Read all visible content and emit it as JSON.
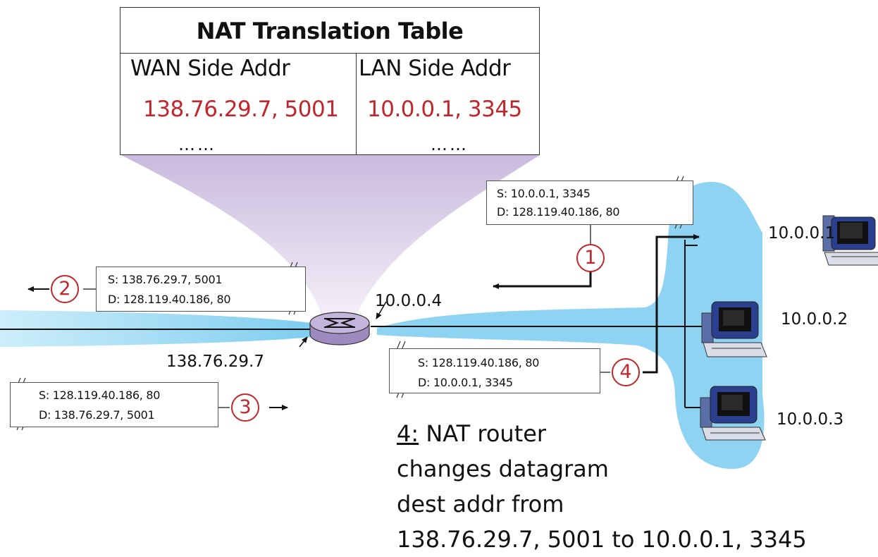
{
  "nat_table": {
    "title": "NAT Translation Table",
    "header_wan": "WAN Side Addr",
    "header_lan": "LAN Side Addr",
    "row_wan": "138.76.29.7, 5001",
    "row_lan": "10.0.0.1, 3345",
    "dots_wan": "……",
    "dots_lan": "……"
  },
  "packets": {
    "p1": {
      "src": "S: 10.0.0.1, 3345",
      "dst": "D: 128.119.40.186, 80"
    },
    "p2": {
      "src": "S: 138.76.29.7, 5001",
      "dst": "D: 128.119.40.186, 80"
    },
    "p3": {
      "src": "S: 128.119.40.186, 80",
      "dst": "D: 138.76.29.7, 5001"
    },
    "p4": {
      "src": "S: 128.119.40.186, 80",
      "dst": "D: 10.0.0.1, 3345"
    }
  },
  "steps": {
    "s1": "1",
    "s2": "2",
    "s3": "3",
    "s4": "4"
  },
  "addresses": {
    "router_lan": "10.0.0.4",
    "router_wan": "138.76.29.7",
    "host1": "10.0.0.1",
    "host2": "10.0.0.2",
    "host3": "10.0.0.3"
  },
  "description": {
    "step_label": "4:",
    "line1_rest": " NAT router",
    "line2": "changes datagram",
    "line3": "dest addr from",
    "line4": "138.76.29.7, 5001 to 10.0.0.1, 3345"
  },
  "colors": {
    "accent_red": "#c0262d",
    "network_blue": "#8fd3f2",
    "funnel_purple": "#c3b3da",
    "router_purple": "#b7a6d2"
  }
}
